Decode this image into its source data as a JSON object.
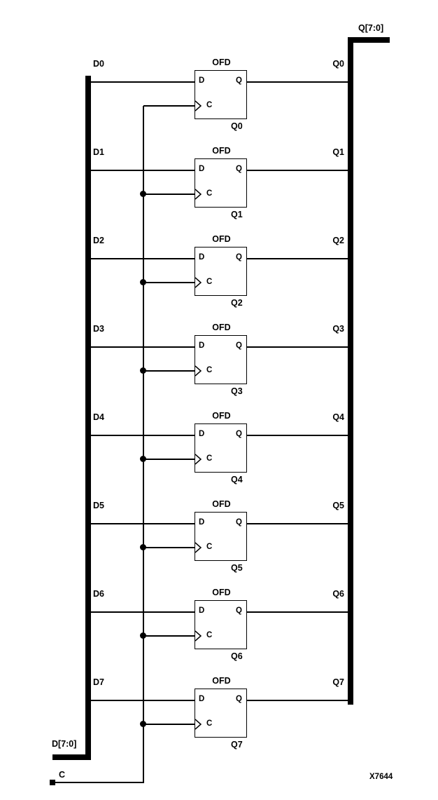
{
  "diagram": {
    "part_number": "X7644",
    "input_bus": {
      "label": "D[7:0]"
    },
    "output_bus": {
      "label": "Q[7:0]"
    },
    "clock": {
      "label": "C"
    },
    "flipflops": [
      {
        "type": "OFD",
        "instance": "Q0",
        "d_label": "D0",
        "q_label": "Q0",
        "d_pin": "D",
        "q_pin": "Q",
        "c_pin": "C"
      },
      {
        "type": "OFD",
        "instance": "Q1",
        "d_label": "D1",
        "q_label": "Q1",
        "d_pin": "D",
        "q_pin": "Q",
        "c_pin": "C"
      },
      {
        "type": "OFD",
        "instance": "Q2",
        "d_label": "D2",
        "q_label": "Q2",
        "d_pin": "D",
        "q_pin": "Q",
        "c_pin": "C"
      },
      {
        "type": "OFD",
        "instance": "Q3",
        "d_label": "D3",
        "q_label": "Q3",
        "d_pin": "D",
        "q_pin": "Q",
        "c_pin": "C"
      },
      {
        "type": "OFD",
        "instance": "Q4",
        "d_label": "D4",
        "q_label": "Q4",
        "d_pin": "D",
        "q_pin": "Q",
        "c_pin": "C"
      },
      {
        "type": "OFD",
        "instance": "Q5",
        "d_label": "D5",
        "q_label": "Q5",
        "d_pin": "D",
        "q_pin": "Q",
        "c_pin": "C"
      },
      {
        "type": "OFD",
        "instance": "Q6",
        "d_label": "D6",
        "q_label": "Q6",
        "d_pin": "D",
        "q_pin": "Q",
        "c_pin": "C"
      },
      {
        "type": "OFD",
        "instance": "Q7",
        "d_label": "D7",
        "q_label": "Q7",
        "d_pin": "D",
        "q_pin": "Q",
        "c_pin": "C"
      }
    ]
  }
}
